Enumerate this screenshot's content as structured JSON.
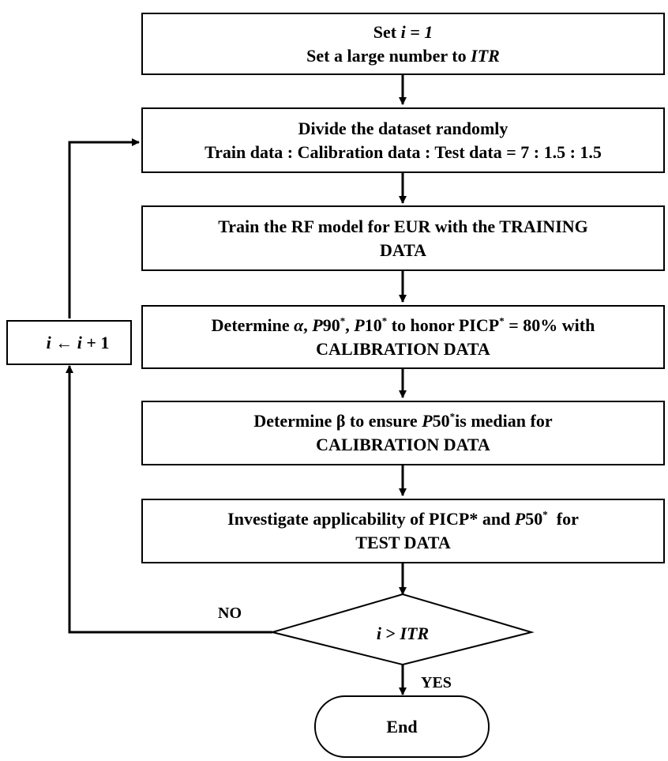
{
  "steps": {
    "init": {
      "line1_pre": "Set ",
      "line1_math": "i = 1",
      "line2_pre": "Set a large number to ",
      "line2_math": "ITR"
    },
    "divide": {
      "line1": "Divide the dataset randomly",
      "line2": "Train data : Calibration data : Test data = 7 : 1.5 : 1.5"
    },
    "train": {
      "line1": "Train the RF model for EUR with the TRAINING",
      "line2": "DATA"
    },
    "alpha": {
      "pre": "Determine ",
      "alpha": "α",
      "sep1": ", ",
      "p90": "P",
      "p90n": "90",
      "star1": "*",
      "sep2": ", ",
      "p10": "P",
      "p10n": "10",
      "star2": "*",
      "post": " to honor PICP",
      "star3": "*",
      "tail": " = 80% with",
      "line2": "CALIBRATION DATA"
    },
    "beta": {
      "pre": "Determine β to ensure ",
      "p": "P",
      "pn": "50",
      "star": "*",
      "post": "is median for",
      "line2": "CALIBRATION DATA"
    },
    "test": {
      "pre": "Investigate applicability of PICP* and ",
      "p": "P",
      "pn": "50",
      "star": "*",
      "post": "  for",
      "line2": "TEST DATA"
    }
  },
  "loop": {
    "i": "i",
    "arrow": "←",
    "i2": "i",
    "plus": " + 1"
  },
  "decision": {
    "i": "i",
    "op": " > ",
    "itr": "ITR"
  },
  "labels": {
    "no": "NO",
    "yes": "YES"
  },
  "end": {
    "label": "End"
  }
}
